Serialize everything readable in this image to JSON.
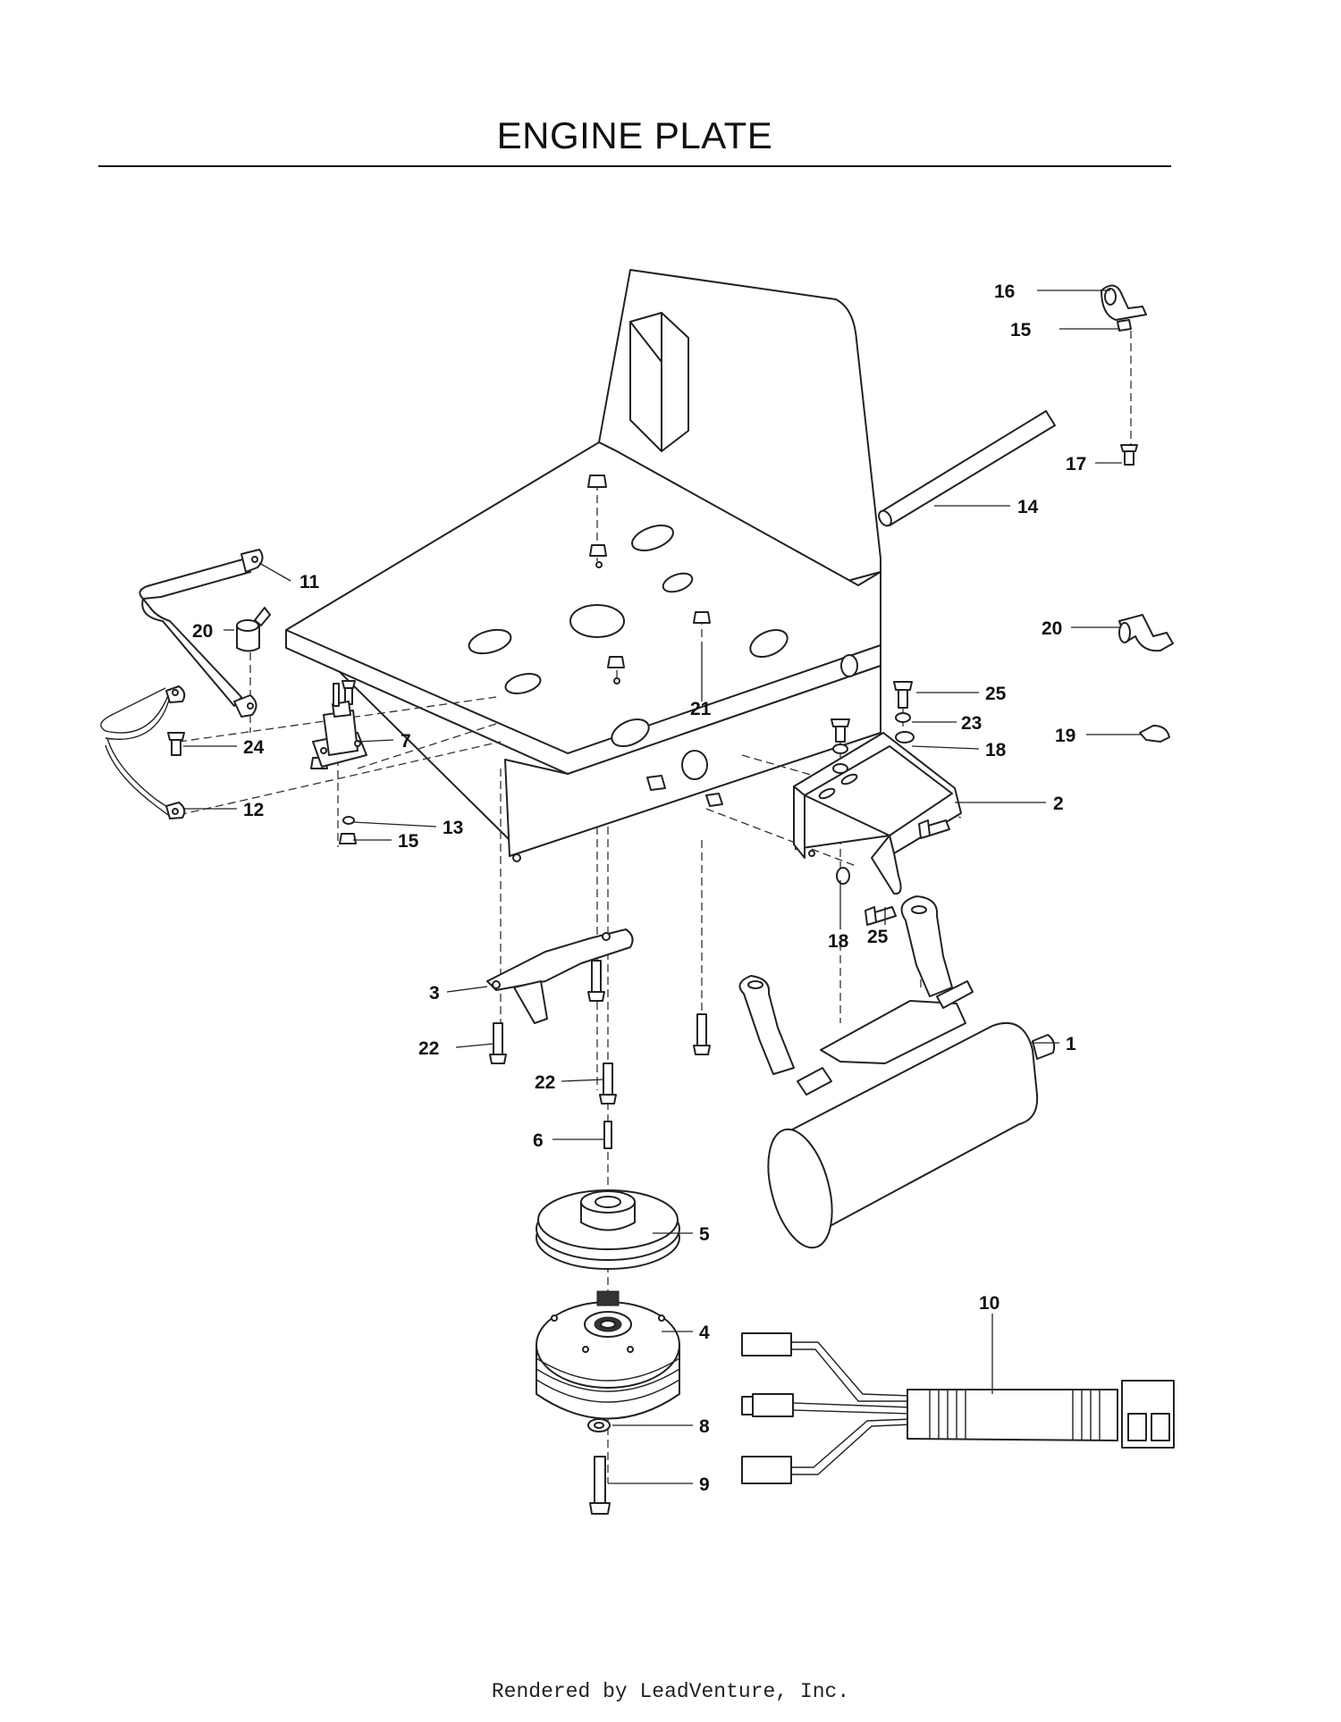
{
  "title": "ENGINE PLATE",
  "footer": "Rendered by LeadVenture, Inc.",
  "callouts": [
    {
      "id": "c1",
      "text": "1"
    },
    {
      "id": "c2",
      "text": "2"
    },
    {
      "id": "c3",
      "text": "3"
    },
    {
      "id": "c4",
      "text": "4"
    },
    {
      "id": "c5",
      "text": "5"
    },
    {
      "id": "c6",
      "text": "6"
    },
    {
      "id": "c7",
      "text": "7"
    },
    {
      "id": "c8",
      "text": "8"
    },
    {
      "id": "c9",
      "text": "9"
    },
    {
      "id": "c10",
      "text": "10"
    },
    {
      "id": "c11",
      "text": "11"
    },
    {
      "id": "c12",
      "text": "12"
    },
    {
      "id": "c13",
      "text": "13"
    },
    {
      "id": "c14",
      "text": "14"
    },
    {
      "id": "c15a",
      "text": "15"
    },
    {
      "id": "c15b",
      "text": "15"
    },
    {
      "id": "c16",
      "text": "16"
    },
    {
      "id": "c17",
      "text": "17"
    },
    {
      "id": "c18a",
      "text": "18"
    },
    {
      "id": "c18b",
      "text": "18"
    },
    {
      "id": "c19",
      "text": "19"
    },
    {
      "id": "c20a",
      "text": "20"
    },
    {
      "id": "c20b",
      "text": "20"
    },
    {
      "id": "c21",
      "text": "21"
    },
    {
      "id": "c22a",
      "text": "22"
    },
    {
      "id": "c22b",
      "text": "22"
    },
    {
      "id": "c23",
      "text": "23"
    },
    {
      "id": "c24",
      "text": "24"
    },
    {
      "id": "c25a",
      "text": "25"
    },
    {
      "id": "c25b",
      "text": "25"
    }
  ]
}
